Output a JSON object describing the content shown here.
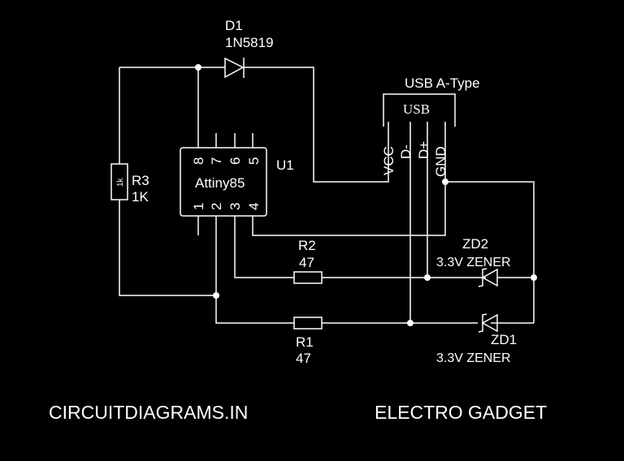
{
  "d1": {
    "ref": "D1",
    "part": "1N5819"
  },
  "usb": {
    "title": "USB A-Type",
    "box_label": "USB",
    "pins": [
      "VCC",
      "D-",
      "D+",
      "GND"
    ]
  },
  "u1": {
    "ref": "U1",
    "part": "Attiny85",
    "pins_top": [
      "8",
      "7",
      "6",
      "5"
    ],
    "pins_bottom": [
      "1",
      "2",
      "3",
      "4"
    ]
  },
  "r3": {
    "ref": "R3",
    "value": "1K",
    "body_label": "1k"
  },
  "r2": {
    "ref": "R2",
    "value": "47"
  },
  "r1": {
    "ref": "R1",
    "value": "47"
  },
  "zd2": {
    "ref": "ZD2",
    "value": "3.3V ZENER"
  },
  "zd1": {
    "ref": "ZD1",
    "value": "3.3V ZENER"
  },
  "footer": {
    "left": "CIRCUITDIAGRAMS.IN",
    "right": "ELECTRO GADGET"
  },
  "colors": {
    "background": "#000000",
    "foreground": "#ffffff"
  }
}
